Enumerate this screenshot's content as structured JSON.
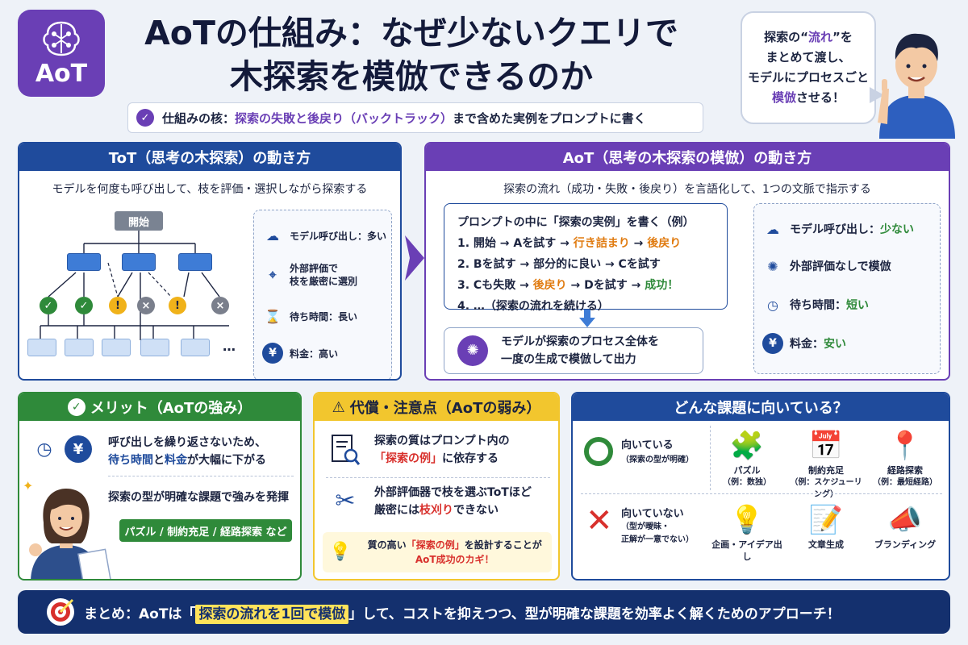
{
  "logo": {
    "text": "AoT",
    "icon": "brain-circuit-icon"
  },
  "title": {
    "line1": "AoTの仕組み：なぜ少ないクエリで",
    "line2": "木探索を模倣できるのか"
  },
  "core": {
    "prefix": "仕組みの核：",
    "highlight": "探索の失敗と後戻り（バックトラック）",
    "suffix": "まで含めた実例をプロンプトに書く"
  },
  "bubble": {
    "line1a": "探索の“",
    "line1b": "流れ",
    "line1c": "”を",
    "line2": "まとめて渡し、",
    "line3": "モデルにプロセスごと",
    "line4a": "模倣",
    "line4b": "させる！"
  },
  "tot": {
    "header": "ToT（思考の木探索）の動き方",
    "subtitle": "モデルを何度も呼び出して、枝を評価・選択しながら探索する",
    "root": "開始",
    "ellipsis": "…",
    "items": [
      {
        "icon": "cloud-sync-icon",
        "label": "モデル呼び出し：多い"
      },
      {
        "icon": "target-icon",
        "label1": "外部評価で",
        "label2": "枝を厳密に選別"
      },
      {
        "icon": "hourglass-icon",
        "label": "待ち時間：長い"
      },
      {
        "icon": "yen-icon",
        "label": "料金：高い"
      }
    ]
  },
  "aot": {
    "header": "AoT（思考の木探索の模倣）の動き方",
    "subtitle": "探索の流れ（成功・失敗・後戻り）を言語化して、1つの文脈で指示する",
    "prompt_title": "プロンプトの中に「探索の実例」を書く（例）",
    "steps": {
      "s1a": "1. 開始 → Aを試す → ",
      "s1b": "行き詰まり",
      "s1c": " → ",
      "s1d": "後戻り",
      "s2": "2. Bを試す → 部分的に良い → Cを試す",
      "s3a": "3. Cも失敗 → ",
      "s3b": "後戻り",
      "s3c": " → Dを試す → ",
      "s3d": "成功！",
      "s4": "4. …（探索の流れを続ける）"
    },
    "model_line1": "モデルが探索のプロセス全体を",
    "model_line2": "一度の生成で模倣して出力",
    "items": [
      {
        "icon": "cloud-sync-icon",
        "label": "モデル呼び出し：",
        "value": "少ない"
      },
      {
        "icon": "brain-icon",
        "label": "外部評価なしで模倣",
        "value": ""
      },
      {
        "icon": "clock-icon",
        "label": "待ち時間：",
        "value": "短い"
      },
      {
        "icon": "yen-icon",
        "label": "料金：",
        "value": "安い"
      }
    ]
  },
  "merit": {
    "header": "メリット（AoTの強み）",
    "item1_line1": "呼び出しを繰り返さないため、",
    "item1_hl1": "待ち時間",
    "item1_mid": "と",
    "item1_hl2": "料金",
    "item1_tail": "が大幅に下がる",
    "item2": "探索の型が明確な課題で強みを発揮",
    "pill": "パズル / 制約充足 / 経路探索 など"
  },
  "tradeoff": {
    "header": "代償・注意点（AoTの弱み）",
    "row1_line1": "探索の質はプロンプト内の",
    "row1_hl": "「探索の例」",
    "row1_tail": "に依存する",
    "row2_line1": "外部評価器で枝を選ぶToTほど",
    "row2_pre": "厳密には",
    "row2_hl": "枝刈り",
    "row2_tail": "できない",
    "tip_pre": "質の高い",
    "tip_hl": "「探索の例」",
    "tip_tail": "を設計することが",
    "tip_line2": "AoT成功のカギ！"
  },
  "fit": {
    "header": "どんな課題に向いている？",
    "good_label": "向いている",
    "good_note": "（探索の型が明確）",
    "bad_label": "向いていない",
    "bad_note1": "（型が曖昧・",
    "bad_note2": "正解が一意でない）",
    "good_tiles": [
      {
        "icon": "puzzle-icon",
        "name": "パズル",
        "note": "（例：数独）"
      },
      {
        "icon": "calendar-icon",
        "name": "制約充足",
        "note": "（例：スケジューリング）"
      },
      {
        "icon": "route-pin-icon",
        "name": "経路探索",
        "note": "（例：最短経路）"
      }
    ],
    "bad_tiles": [
      {
        "icon": "lightbulb-icon",
        "name": "企画・アイデア出し"
      },
      {
        "icon": "document-pen-icon",
        "name": "文章生成"
      },
      {
        "icon": "megaphone-icon",
        "name": "ブランディング"
      }
    ]
  },
  "summary": {
    "pre": "まとめ：AoTは「",
    "hl": "探索の流れを1回で模倣",
    "post": "」して、コストを抑えつつ、型が明確な課題を効率よく解くためのアプローチ！"
  }
}
